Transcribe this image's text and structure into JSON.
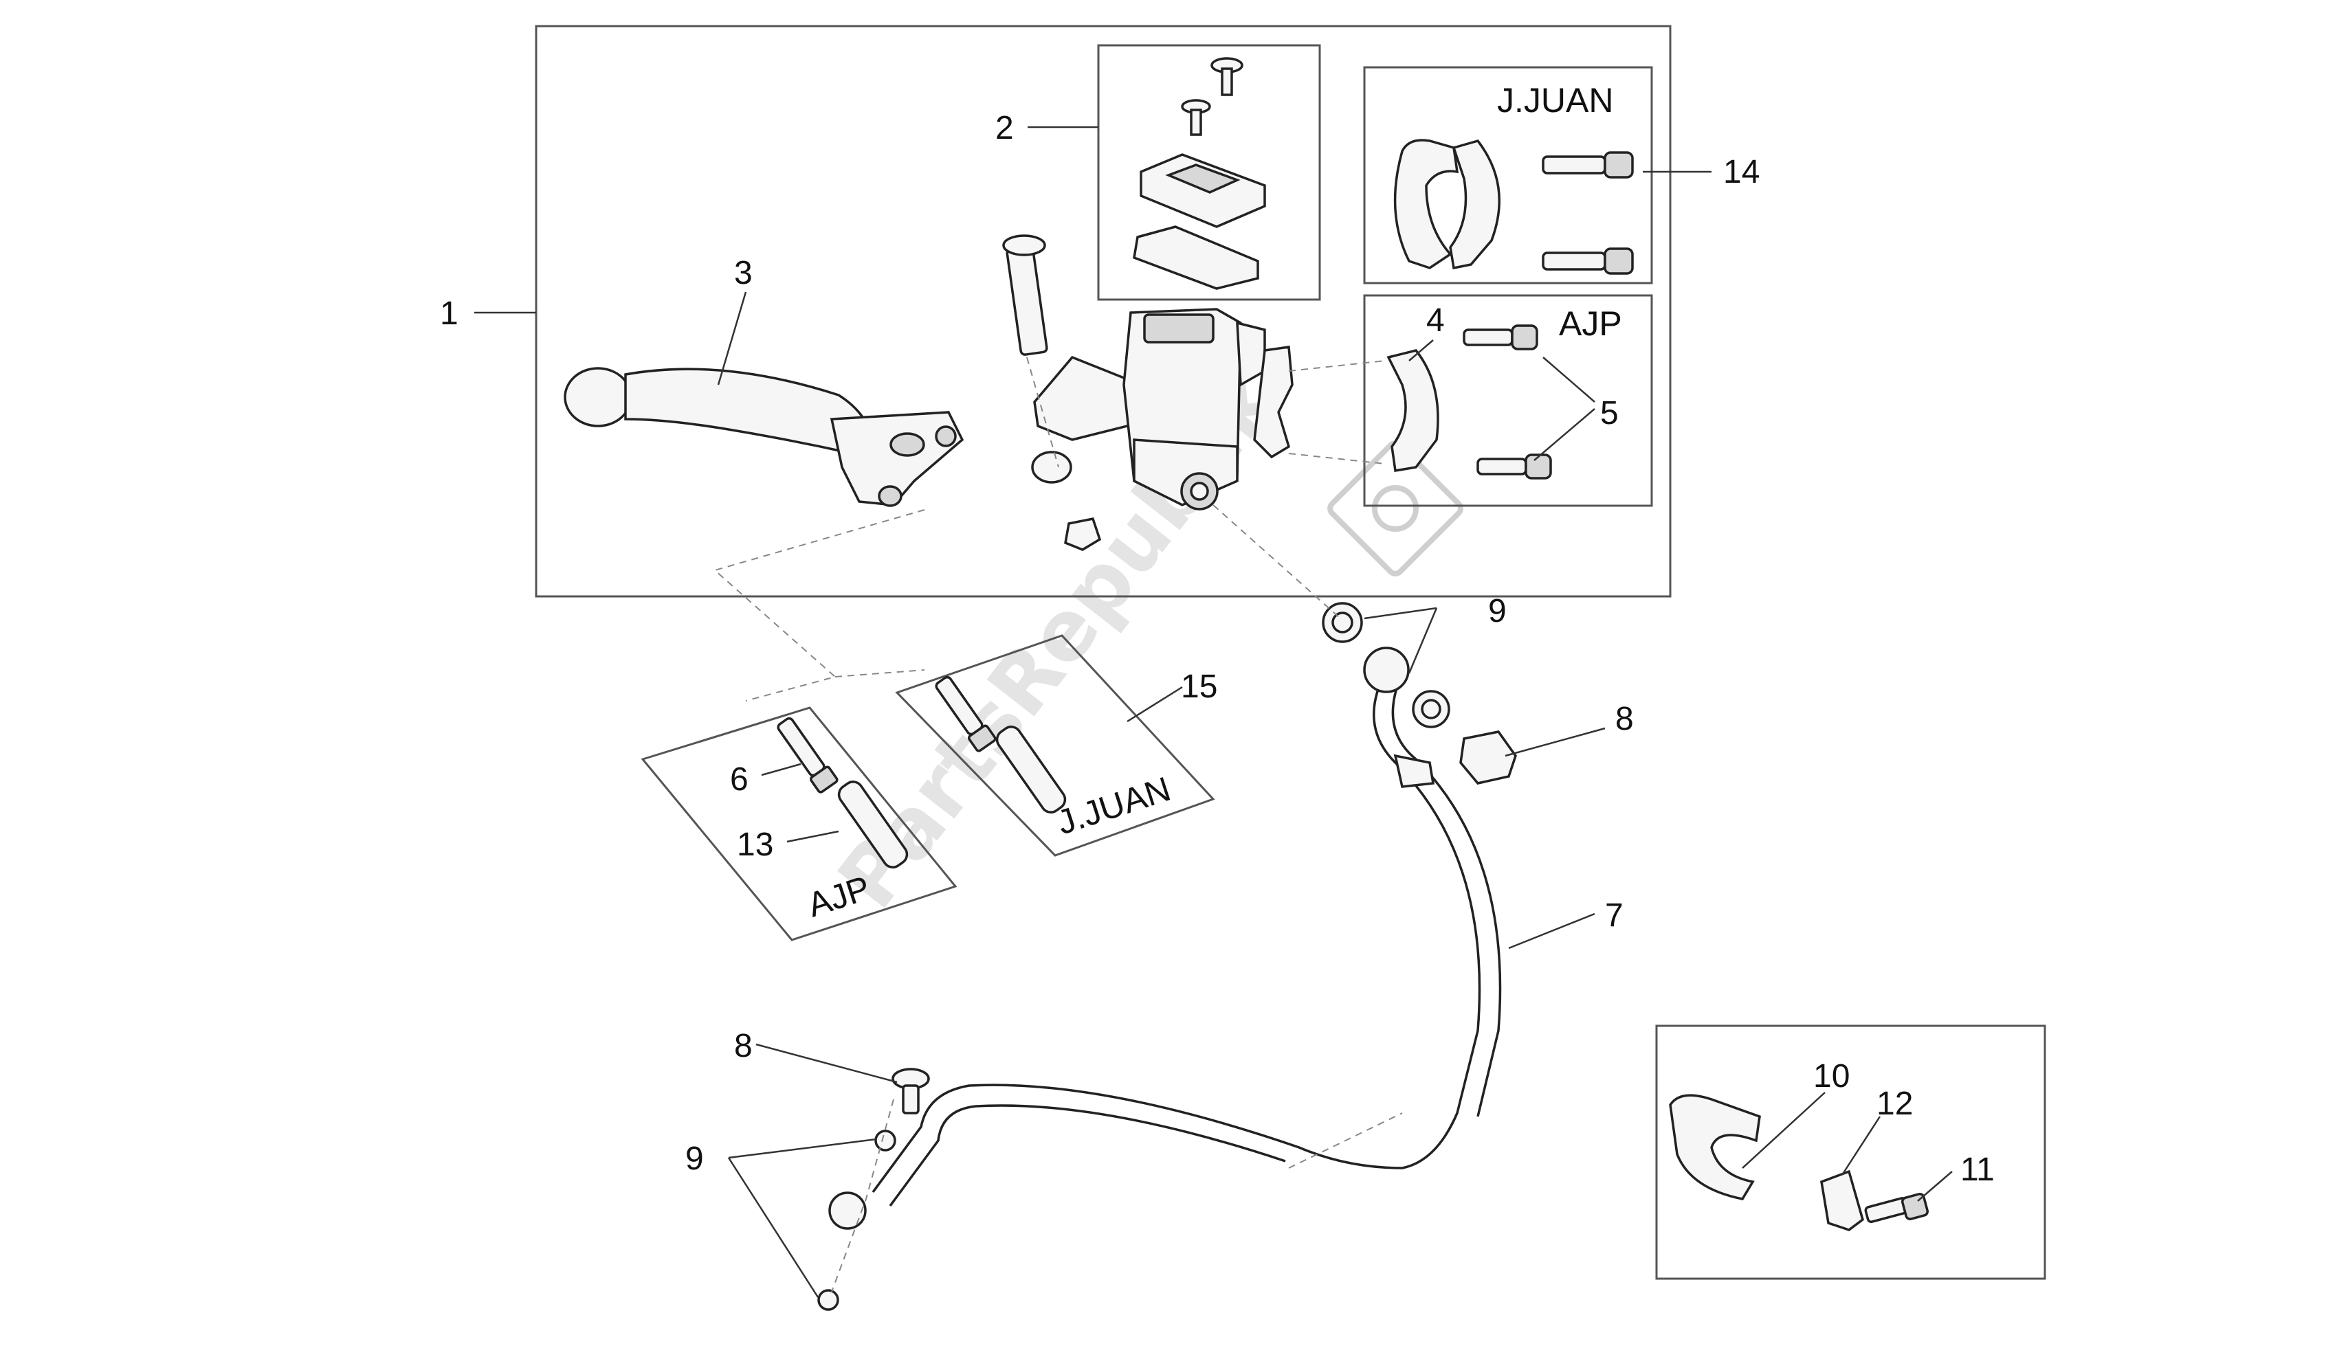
{
  "callouts": {
    "c1": "1",
    "c2": "2",
    "c3": "3",
    "c4": "4",
    "c5": "5",
    "c6": "6",
    "c7": "7",
    "c8a": "8",
    "c8b": "8",
    "c9a": "9",
    "c9b": "9",
    "c10": "10",
    "c11": "11",
    "c12": "12",
    "c13": "13",
    "c14": "14",
    "c15": "15"
  },
  "variant_labels": {
    "jjuan_clamp": "J.JUAN",
    "ajp_clamp": "AJP",
    "jjuan_pin": "J.JUAN",
    "ajp_pin": "AJP"
  },
  "watermark": "PartsRepublik"
}
